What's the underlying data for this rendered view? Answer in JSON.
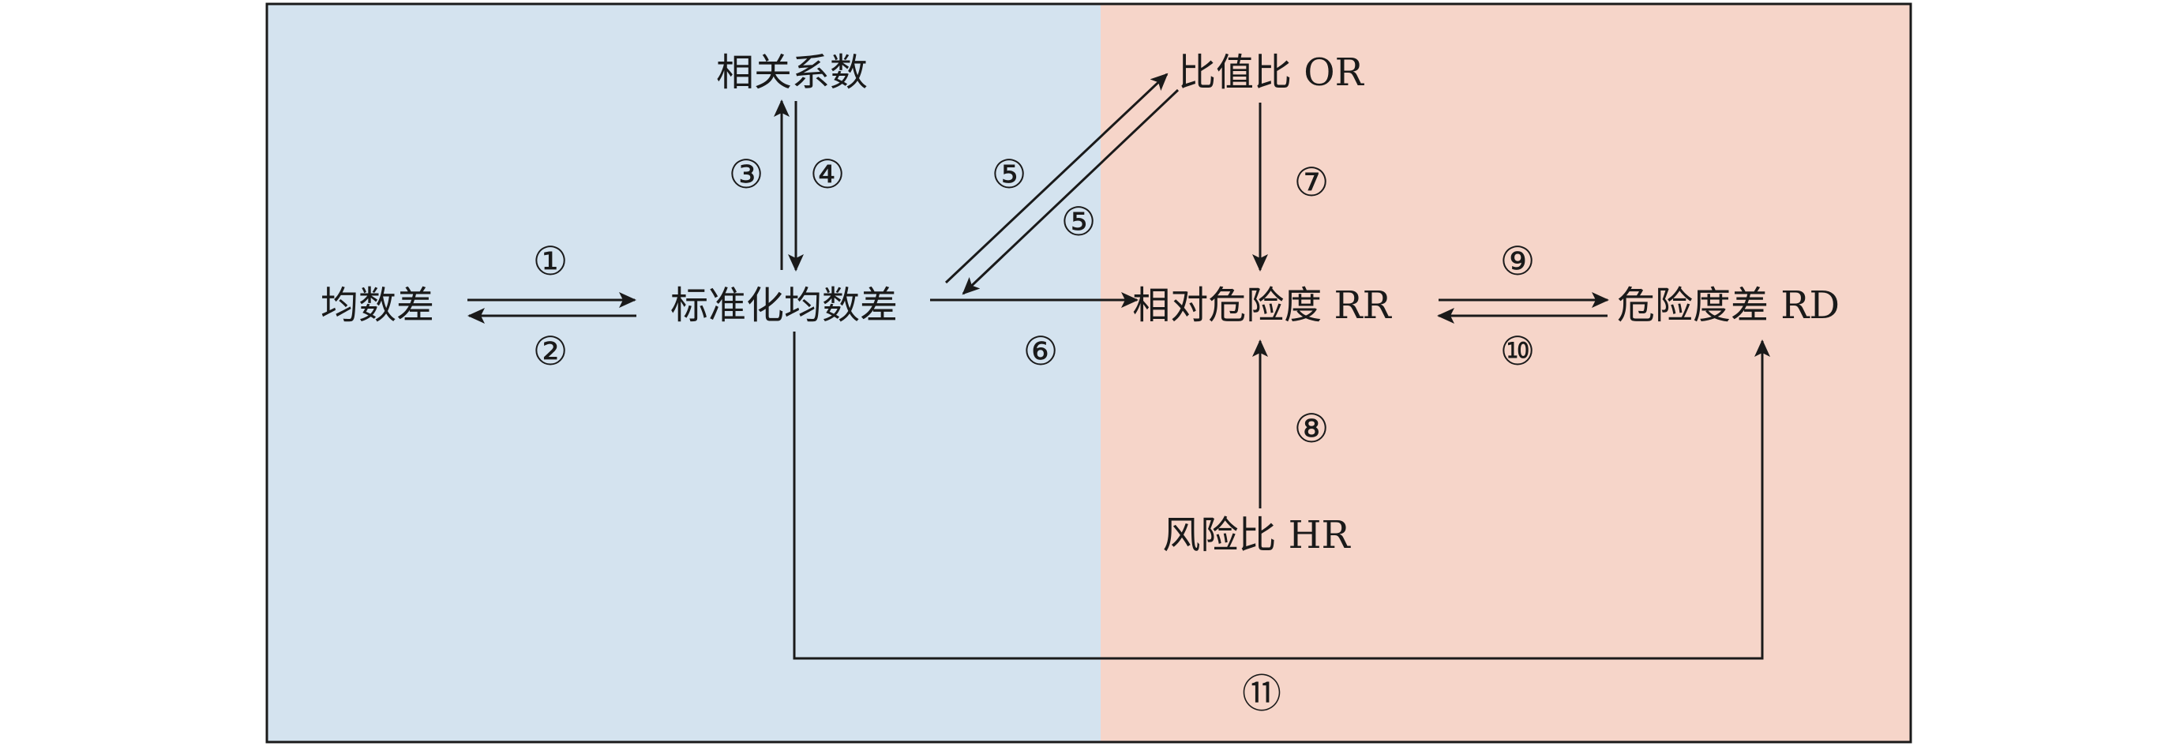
{
  "colors": {
    "left_panel": "#d4e3ef",
    "right_panel": "#f6d5c9",
    "border": "#1a1a1a",
    "ink": "#1a1a1a"
  },
  "nodes": {
    "mean_difference": "均数差",
    "smd": "标准化均数差",
    "correlation": "相关系数",
    "odds_ratio": "比值比 OR",
    "relative_risk": "相对危险度 RR",
    "risk_difference": "危险度差 RD",
    "hazard_ratio": "风险比 HR"
  },
  "labels": {
    "n1": "①",
    "n2": "②",
    "n3": "③",
    "n4": "④",
    "n5a": "⑤",
    "n5b": "⑤",
    "n6": "⑥",
    "n7": "⑦",
    "n8": "⑧",
    "n9": "⑨",
    "n10": "⑩",
    "n11": "⑪"
  }
}
